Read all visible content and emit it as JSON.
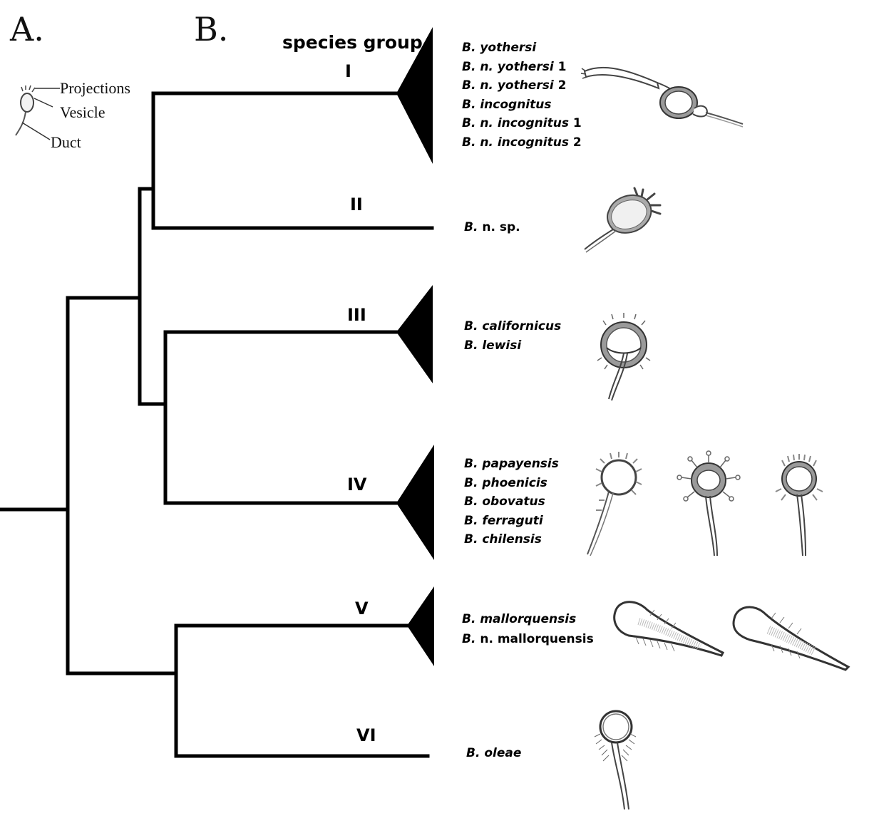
{
  "panels": {
    "a": "A.",
    "b": "B."
  },
  "legend": {
    "projections": "Projections",
    "vesicle": "Vesicle",
    "duct": "Duct"
  },
  "header": "species group",
  "groups": [
    {
      "label": "I",
      "species": [
        [
          "B. yothersi",
          ""
        ],
        [
          "B. n. yothersi",
          " 1"
        ],
        [
          "B. n. yothersi",
          " 2"
        ],
        [
          "B. incognitus",
          ""
        ],
        [
          "B. n. incognitus",
          " 1"
        ],
        [
          "B. n. incognitus",
          " 2"
        ]
      ]
    },
    {
      "label": "II",
      "species": [
        [
          "B.",
          " n. sp."
        ]
      ]
    },
    {
      "label": "III",
      "species": [
        [
          "B. californicus",
          ""
        ],
        [
          "B. lewisi",
          ""
        ]
      ]
    },
    {
      "label": "IV",
      "species": [
        [
          "B. papayensis",
          ""
        ],
        [
          "B. phoenicis",
          ""
        ],
        [
          "B. obovatus",
          ""
        ],
        [
          "B. ferraguti",
          ""
        ],
        [
          "B. chilensis",
          ""
        ]
      ]
    },
    {
      "label": "V",
      "species": [
        [
          "B. mallorquensis",
          ""
        ],
        [
          "B.",
          " n. mallorquensis"
        ]
      ]
    },
    {
      "label": "VI",
      "species": [
        [
          "B. oleae",
          ""
        ]
      ]
    }
  ]
}
